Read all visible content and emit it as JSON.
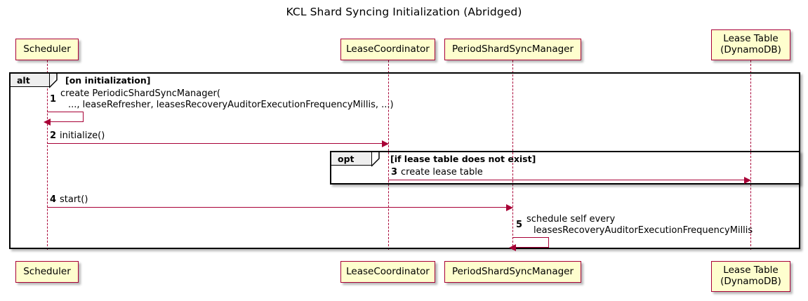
{
  "diagram": {
    "title": "KCL Shard Syncing Initialization (Abridged)",
    "type": "uml-sequence-diagram",
    "colors": {
      "participant_fill": "#FEFECE",
      "participant_border": "#A80036",
      "message_arrow": "#A80036",
      "frame_border": "#000000",
      "frame_tab_fill": "#EEEEEE",
      "text": "#000000",
      "background": "#FFFFFF"
    }
  },
  "participants": [
    {
      "id": "scheduler",
      "label_line1": "Scheduler",
      "label_line2": ""
    },
    {
      "id": "leasecoordinator",
      "label_line1": "LeaseCoordinator",
      "label_line2": ""
    },
    {
      "id": "periodshardsyncmanager",
      "label_line1": "PeriodShardSyncManager",
      "label_line2": ""
    },
    {
      "id": "leasetable",
      "label_line1": "Lease Table",
      "label_line2": "(DynamoDB)"
    }
  ],
  "fragments": [
    {
      "id": "alt",
      "keyword": "alt",
      "guard": "[on initialization]"
    },
    {
      "id": "opt",
      "keyword": "opt",
      "guard": "[if lease table does not exist]"
    }
  ],
  "messages": [
    {
      "number": "1",
      "from": "scheduler",
      "to": "scheduler",
      "kind": "self",
      "label_line1": "create PeriodicShardSyncManager(",
      "label_line2": "..., leaseRefresher, leasesRecoveryAuditorExecutionFrequencyMillis, ...)"
    },
    {
      "number": "2",
      "from": "scheduler",
      "to": "leasecoordinator",
      "kind": "call",
      "label_line1": "initialize()",
      "label_line2": ""
    },
    {
      "number": "3",
      "from": "leasecoordinator",
      "to": "leasetable",
      "kind": "call",
      "label_line1": "create lease table",
      "label_line2": ""
    },
    {
      "number": "4",
      "from": "scheduler",
      "to": "periodshardsyncmanager",
      "kind": "call",
      "label_line1": "start()",
      "label_line2": ""
    },
    {
      "number": "5",
      "from": "periodshardsyncmanager",
      "to": "periodshardsyncmanager",
      "kind": "self",
      "label_line1": "schedule self every",
      "label_line2": "leasesRecoveryAuditorExecutionFrequencyMillis"
    }
  ]
}
